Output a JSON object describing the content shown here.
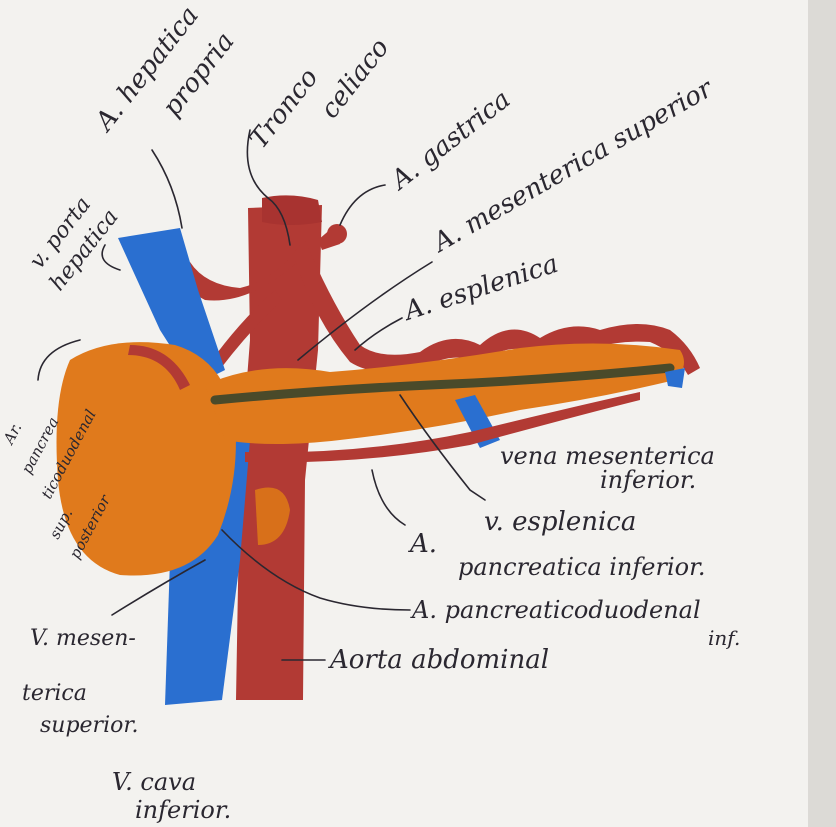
{
  "colors": {
    "paper": "#f3f2ef",
    "artery": "#b23a34",
    "artery_dark": "#8d2722",
    "vein": "#2a6fd0",
    "pancreas": "#e07a1c",
    "duct": "#4a4a2a",
    "ink": "#2a2730"
  },
  "labels": {
    "hepatica_propria": [
      "A. hepatica",
      "propria"
    ],
    "tronco_celiaco": [
      "Tronco",
      "celiaco"
    ],
    "gastrica": "A. gastrica",
    "mesenterica_sup": "A. mesenterica superior",
    "esplenica": "A. esplenica",
    "vena_porta": [
      "v. porta",
      "hepatica"
    ],
    "pancreatico_duodenal_sup": [
      "Ar.",
      "pancrea",
      "ticoduodenal",
      "sup.",
      "posterior"
    ],
    "vena_mesenterica_inf": [
      "vena mesenterica",
      "inferior."
    ],
    "vena_esplenica": "v. esplenica",
    "pancreatica_inf": [
      "A.",
      "pancreatica inferior."
    ],
    "pancreaticoduodenal_inf": [
      "A. pancreaticoduodenal",
      "inf."
    ],
    "aorta": "Aorta abdominal",
    "vena_mesenterica_sup": [
      "V. mesen-",
      "terica",
      "superior."
    ],
    "vena_cava": [
      "V. cava",
      "inferior."
    ]
  }
}
